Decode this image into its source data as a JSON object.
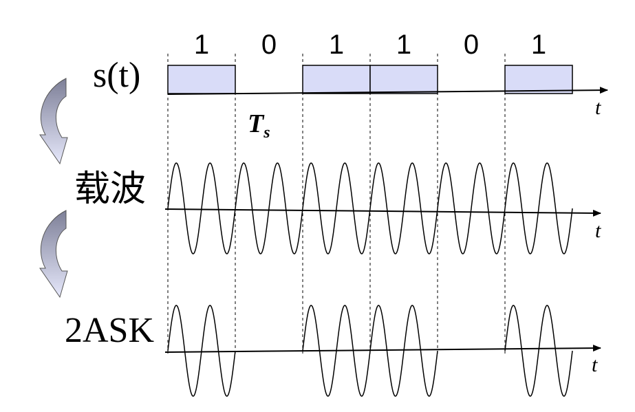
{
  "labels": {
    "signal": "s(t)",
    "carrier": "载波",
    "ask": "2ASK",
    "time_axis": "t",
    "period_main": "T",
    "period_sub": "s"
  },
  "bits": [
    "1",
    "0",
    "1",
    "1",
    "0",
    "1"
  ],
  "carrier_cycles_per_bit": 2,
  "colors": {
    "pulse_fill": "#d9dcf8",
    "stroke": "#000000",
    "arrow_dark": "#7d7f97",
    "arrow_light": "#e6e8fb"
  }
}
